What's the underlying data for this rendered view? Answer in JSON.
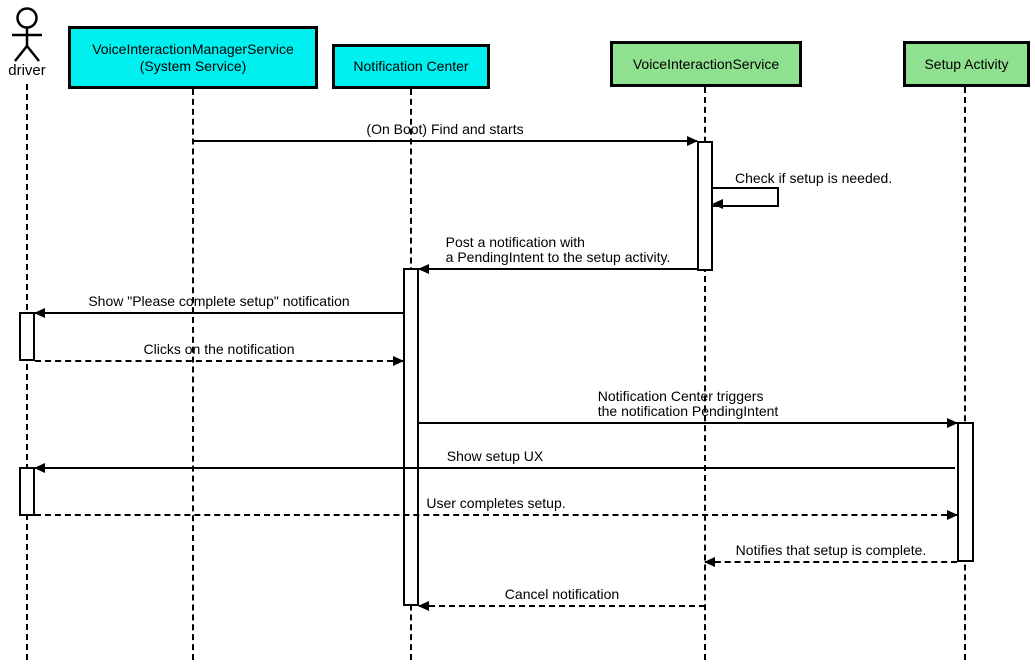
{
  "diagram_type": "uml-sequence-diagram",
  "actor": {
    "label": "driver"
  },
  "participants": [
    {
      "id": "voice-interaction-manager-service",
      "label_line1": "VoiceInteractionManagerService",
      "label_line2": "(System Service)",
      "fill": "#00EFEF"
    },
    {
      "id": "notification-center",
      "label": "Notification Center",
      "fill": "#00EFEF"
    },
    {
      "id": "voice-interaction-service",
      "label": "VoiceInteractionService",
      "fill": "#8FE08F"
    },
    {
      "id": "setup-activity",
      "label": "Setup Activity",
      "fill": "#8FE08F"
    }
  ],
  "colors": {
    "cyan_box": "#00EFEF",
    "green_box": "#8FE08F",
    "line": "#000000"
  },
  "messages": [
    {
      "text": "(On Boot) Find and starts",
      "from": "VoiceInteractionManagerService",
      "to": "VoiceInteractionService",
      "style": "solid",
      "direction": "right"
    },
    {
      "text": "Check if setup is needed.",
      "from": "VoiceInteractionService",
      "to": "VoiceInteractionService",
      "style": "solid",
      "direction": "self"
    },
    {
      "text_line1": "Post a notification with",
      "text_line2": "a PendingIntent to the setup activity.",
      "from": "VoiceInteractionService",
      "to": "Notification Center",
      "style": "solid",
      "direction": "left"
    },
    {
      "text": "Show \"Please complete setup\" notification",
      "from": "Notification Center",
      "to": "driver",
      "style": "solid",
      "direction": "left"
    },
    {
      "text": "Clicks on the notification",
      "from": "driver",
      "to": "Notification Center",
      "style": "dashed",
      "direction": "right"
    },
    {
      "text_line1": "Notification Center triggers",
      "text_line2": "the notification PendingIntent",
      "from": "Notification Center",
      "to": "Setup Activity",
      "style": "solid",
      "direction": "right"
    },
    {
      "text": "Show setup UX",
      "from": "Setup Activity",
      "to": "driver",
      "style": "solid",
      "direction": "left"
    },
    {
      "text": "User completes setup.",
      "from": "driver",
      "to": "Setup Activity",
      "style": "dashed",
      "direction": "right"
    },
    {
      "text": "Notifies that setup is complete.",
      "from": "Setup Activity",
      "to": "VoiceInteractionService",
      "style": "dashed",
      "direction": "left"
    },
    {
      "text": "Cancel notification",
      "from": "VoiceInteractionService",
      "to": "Notification Center",
      "style": "dashed",
      "direction": "left"
    }
  ]
}
